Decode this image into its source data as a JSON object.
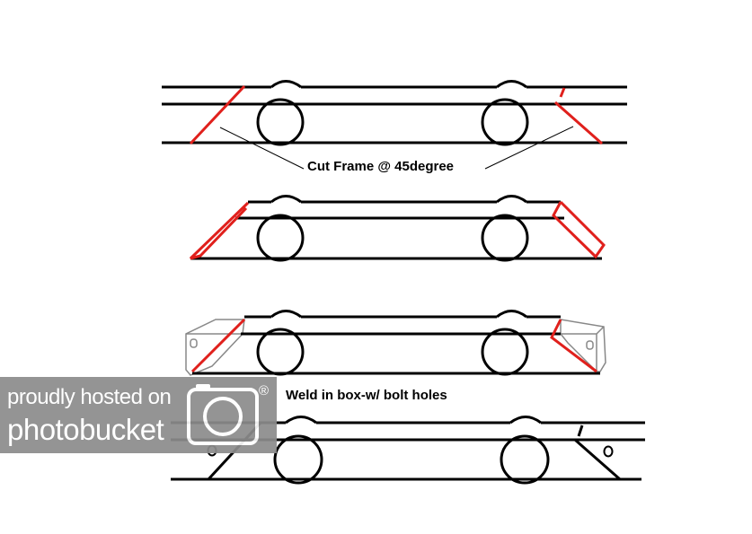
{
  "annotations": {
    "cut_note": "Cut Frame @ 45degree",
    "weld_note": "Weld in box-w/ bolt holes"
  },
  "watermark": {
    "line1": "proudly hosted on",
    "line2": "photobucket",
    "symbol": "®",
    "icon": "camera-icon"
  },
  "colors": {
    "frame": "#000000",
    "cut": "#e0201c",
    "box": "#888888",
    "watermark_bg": "#8c8c8c"
  }
}
